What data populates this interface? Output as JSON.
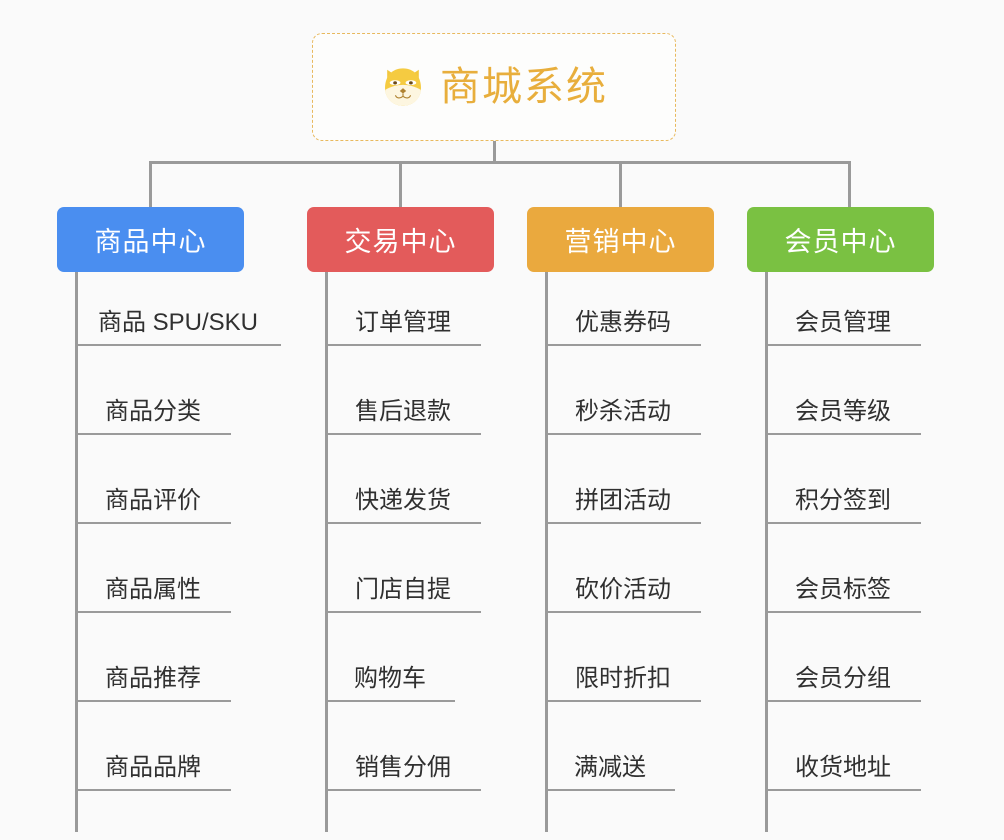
{
  "canvas": {
    "background": "#fafafa",
    "line_color": "#9a9a9a"
  },
  "root": {
    "title": "商城系统",
    "icon": "shiba-dog-face-icon",
    "text_color": "#e8ae3c",
    "border_color": "#e8b95e",
    "border_style": "dashed"
  },
  "branches": [
    {
      "id": "product-center",
      "label": "商品中心",
      "color": "#4a8ef0",
      "items": [
        "商品 SPU/SKU",
        "商品分类",
        "商品评价",
        "商品属性",
        "商品推荐",
        "商品品牌"
      ]
    },
    {
      "id": "trade-center",
      "label": "交易中心",
      "color": "#e35b5b",
      "items": [
        "订单管理",
        "售后退款",
        "快递发货",
        "门店自提",
        "购物车",
        "销售分佣"
      ]
    },
    {
      "id": "marketing-center",
      "label": "营销中心",
      "color": "#eaa93e",
      "items": [
        "优惠券码",
        "秒杀活动",
        "拼团活动",
        "砍价活动",
        "限时折扣",
        "满减送"
      ]
    },
    {
      "id": "member-center",
      "label": "会员中心",
      "color": "#7ac142",
      "items": [
        "会员管理",
        "会员等级",
        "积分签到",
        "会员标签",
        "会员分组",
        "收货地址"
      ]
    }
  ]
}
